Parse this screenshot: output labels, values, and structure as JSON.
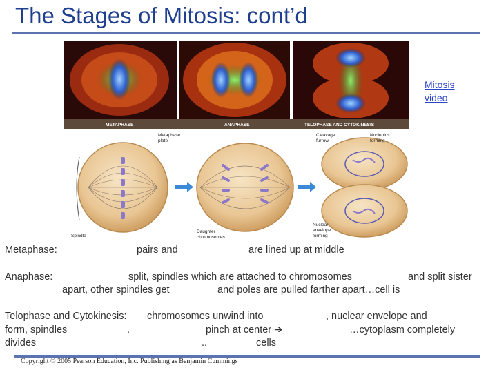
{
  "slide": {
    "title": "The Stages of Mitosis: cont’d",
    "video_link": "Mitosis video",
    "copyright": "Copyright © 2005 Pearson Education, Inc. Publishing as Benjamin Cummings"
  },
  "figure": {
    "banner": {
      "metaphase": "METAPHASE",
      "anaphase": "ANAPHASE",
      "telophase": "TELOPHASE AND CYTOKINESIS"
    },
    "labels": {
      "metaphase_plate_1": "Metaphase",
      "metaphase_plate_2": "plate",
      "cleavage_1": "Cleavage",
      "cleavage_2": "furrow",
      "nucleolus_1": "Nucleolus",
      "nucleolus_2": "forming",
      "spindle": "Spindle",
      "daughter_1": "Daughter",
      "daughter_2": "chromosomes",
      "envelope_1": "Nuclear",
      "envelope_2": "envelope",
      "envelope_3": "forming"
    }
  },
  "text": {
    "metaphase_a": "Metaphase:",
    "metaphase_b": "pairs and",
    "metaphase_c": "are lined up at middle",
    "anaphase_a": "Anaphase:",
    "anaphase_b": "split, spindles which are attached to chromosomes",
    "anaphase_c": "and split sister",
    "anaphase_d": "apart, other spindles get",
    "anaphase_e": "and poles are pulled farther apart…cell is",
    "telo_a": "Telophase and Cytokinesis:",
    "telo_b": "chromosomes unwind into",
    "telo_c": ", nuclear envelope and",
    "telo_d": "form, spindles",
    "telo_e": ".",
    "telo_f": "pinch at center",
    "telo_g": "…cytoplasm completely",
    "telo_h": "divides",
    "telo_i": "..",
    "telo_j": "cells"
  }
}
